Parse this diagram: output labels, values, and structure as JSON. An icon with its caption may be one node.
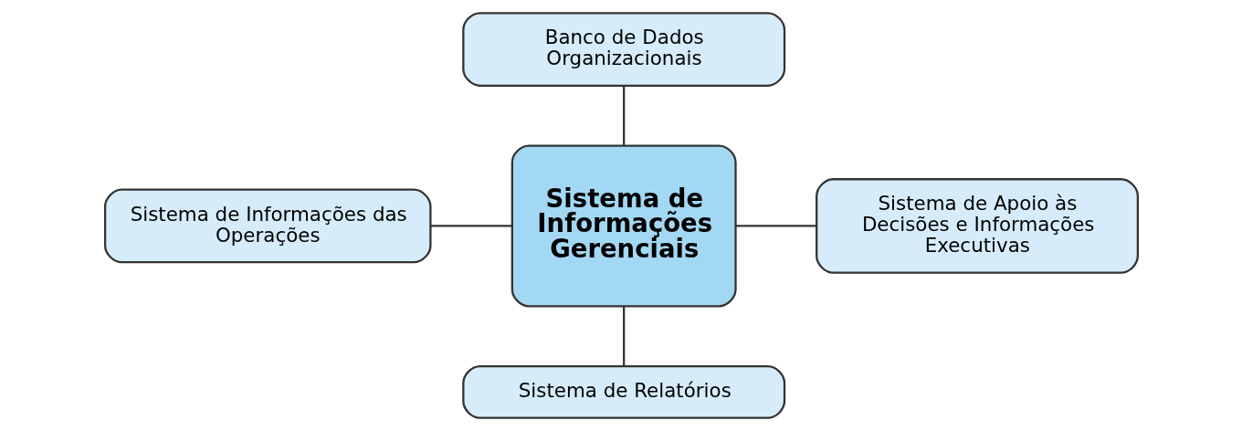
{
  "diagram": {
    "nodes": [
      {
        "text": [
          "Banco de Dados Organizacionais"
        ]
      },
      {
        "text": [
          "Sistema de Informações das Operações"
        ]
      },
      {
        "text": [
          "Sistema de Informações Gerenciais"
        ]
      },
      {
        "text": [
          "Sistema de Apoio às Decisões e Informações Executivas"
        ]
      },
      {
        "text": [
          "Sistema de Relatórios"
        ]
      }
    ],
    "edges": [
      {
        "from": 0,
        "to": 2,
        "arrow": "none"
      },
      {
        "from": 1,
        "to": 2,
        "arrow": "none"
      },
      {
        "from": 2,
        "to": 3,
        "arrow": "none"
      },
      {
        "from": 2,
        "to": 4,
        "arrow": "none"
      }
    ]
  }
}
